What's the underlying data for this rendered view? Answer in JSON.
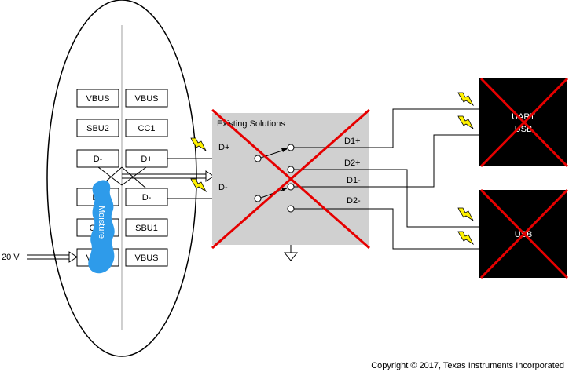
{
  "connector": {
    "left_pins": [
      "VBUS",
      "SBU2",
      "D-",
      "D+",
      "CC2",
      "VBUS"
    ],
    "right_pins": [
      "VBUS",
      "CC1",
      "D+",
      "D-",
      "SBU1",
      "VBUS"
    ],
    "moisture_label": "Moisture",
    "moisture_color": "#2E9BEA"
  },
  "voltage_label": "20 V",
  "switch_box": {
    "title": "Existing Solutions",
    "in_plus": "D+",
    "in_minus": "D-",
    "out_labels": [
      "D1+",
      "D2+",
      "D1-",
      "D2-"
    ],
    "fill": "#D0D0D0"
  },
  "blocks": [
    {
      "label_line1": "UART",
      "label_line2": "USB"
    },
    {
      "label_line1": "USB",
      "label_line2": ""
    }
  ],
  "cross_color": "#E60000",
  "spark_color": "#FFF200",
  "copyright": "Copyright © 2017, Texas Instruments Incorporated"
}
